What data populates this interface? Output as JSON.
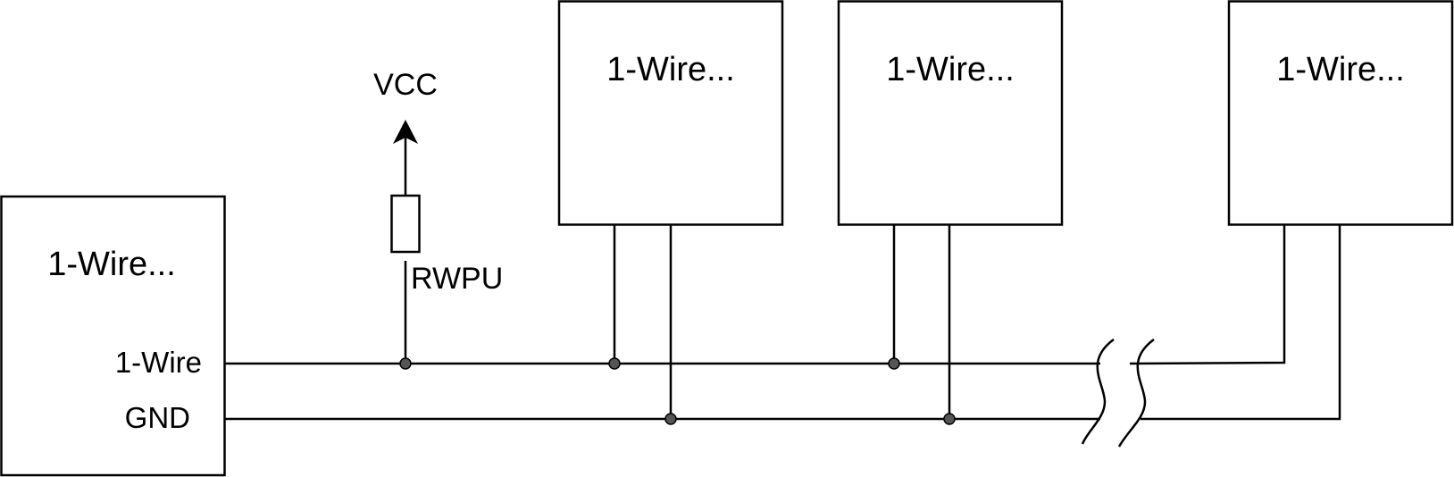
{
  "colors": {
    "stroke": "#000000",
    "background": "#ffffff",
    "junction_fill": "#555555"
  },
  "master": {
    "title": "1-Wire...",
    "pin_data": "1-Wire",
    "pin_gnd": "GND"
  },
  "slaves": [
    {
      "title": "1-Wire..."
    },
    {
      "title": "1-Wire..."
    },
    {
      "title": "1-Wire..."
    }
  ],
  "pullup": {
    "supply_label": "VCC",
    "resistor_label": "RWPU"
  }
}
